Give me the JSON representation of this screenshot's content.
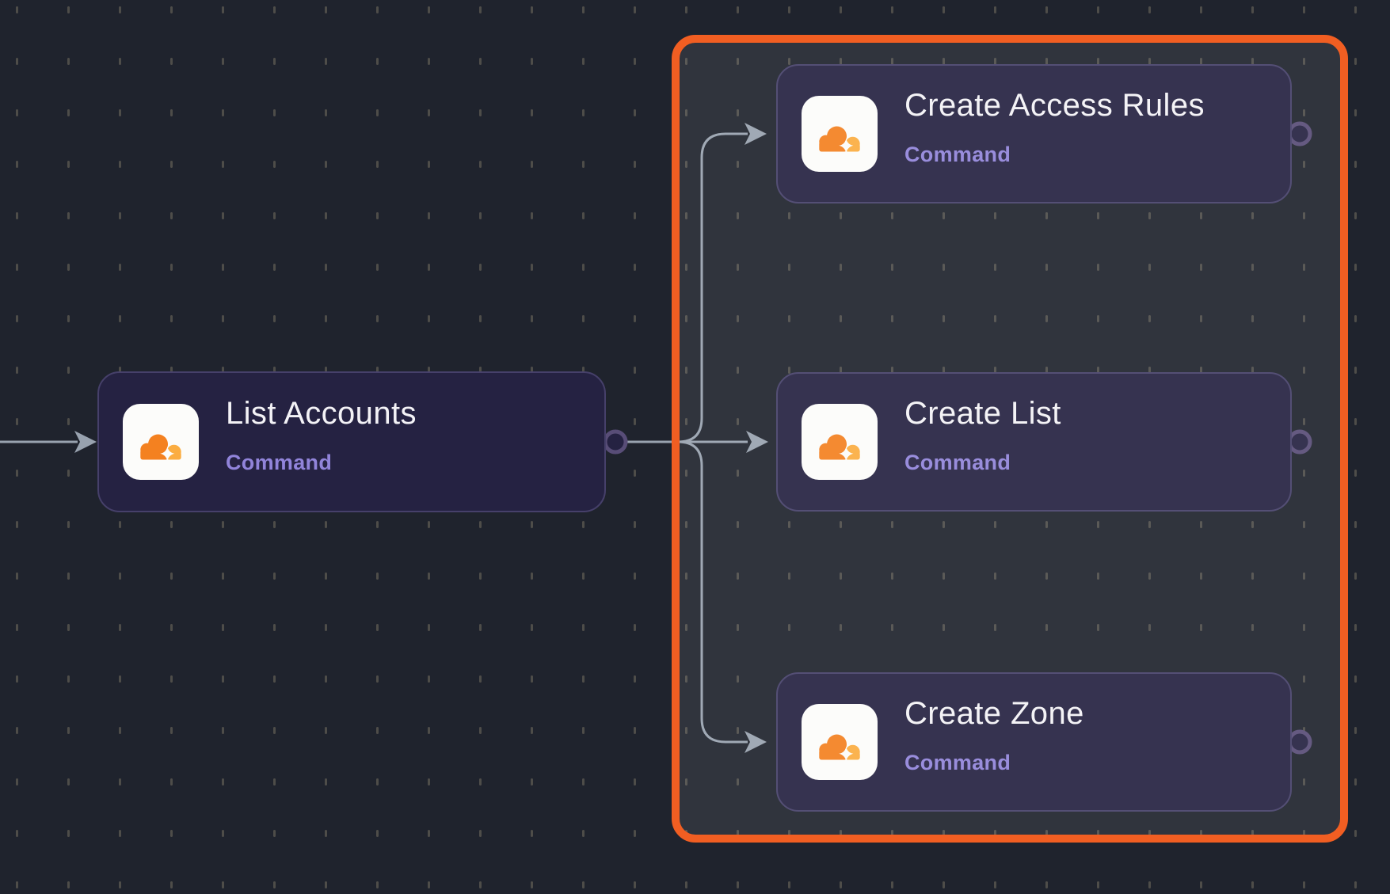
{
  "app": {
    "view": "workflow-canvas"
  },
  "canvas": {
    "background_color": "#1f232d",
    "selection_background_tint": "rgba(255,255,255,0.08)"
  },
  "colors": {
    "selection_orange": "#f15e22",
    "node_fill": "#252242",
    "node_border": "#46406a",
    "title_text": "#f3f2f6",
    "subtitle_text": "#9184da",
    "edge_gray": "#98a2af",
    "grid_dot": "#4e4d49",
    "port_ring": "#584d77",
    "cloudflare_orange": "#f48120",
    "cloudflare_light_orange": "#fbad41"
  },
  "nodes": [
    {
      "id": "list-accounts",
      "title": "List Accounts",
      "subtitle": "Command",
      "icon": "cloudflare-icon",
      "selected": false
    },
    {
      "id": "create-access-rules",
      "title": "Create Access Rules",
      "subtitle": "Command",
      "icon": "cloudflare-icon",
      "selected": true
    },
    {
      "id": "create-list",
      "title": "Create List",
      "subtitle": "Command",
      "icon": "cloudflare-icon",
      "selected": true
    },
    {
      "id": "create-zone",
      "title": "Create Zone",
      "subtitle": "Command",
      "icon": "cloudflare-icon",
      "selected": true
    }
  ],
  "edges": [
    {
      "from": "offscreen-left",
      "to": "list-accounts"
    },
    {
      "from": "list-accounts",
      "to": "create-access-rules"
    },
    {
      "from": "list-accounts",
      "to": "create-list"
    },
    {
      "from": "list-accounts",
      "to": "create-zone"
    }
  ]
}
